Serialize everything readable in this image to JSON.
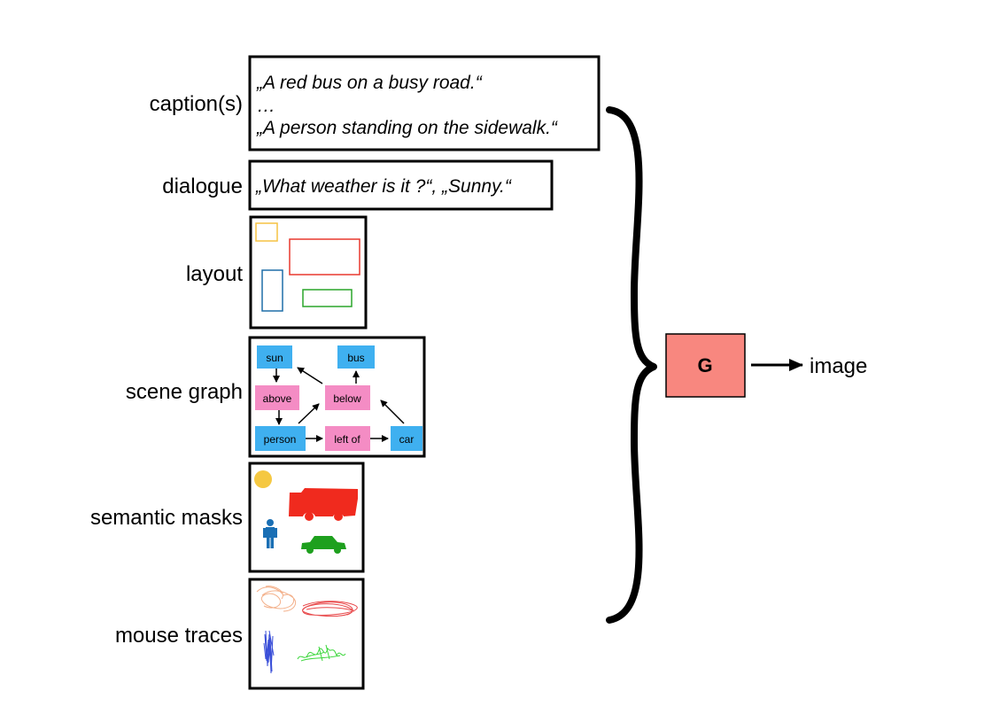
{
  "labels": {
    "captions": "caption(s)",
    "dialogue": "dialogue",
    "layout": "layout",
    "scene_graph": "scene graph",
    "semantic_masks": "semantic masks",
    "mouse_traces": "mouse traces"
  },
  "captions": {
    "line1": "„A red bus on a busy road.“",
    "line2": "…",
    "line3": "„A person standing on the sidewalk.“"
  },
  "dialogue": {
    "text": "„What weather is it ?“, „Sunny.“"
  },
  "scene_graph": {
    "nodes": {
      "sun": "sun",
      "bus": "bus",
      "above": "above",
      "below": "below",
      "person": "person",
      "left_of": "left of",
      "car": "car"
    }
  },
  "generator": {
    "label": "G",
    "output": "image"
  },
  "colors": {
    "object_node": "#3fb0f0",
    "relation_node": "#f48cc4",
    "generator_fill": "#f8877f",
    "layout_yellow": "#f5c242",
    "layout_red": "#e8382e",
    "layout_blue": "#1f6fa8",
    "layout_green": "#2aa52a",
    "mask_sun": "#f5c842",
    "mask_bus": "#f02a1e",
    "mask_person": "#1a6fb4",
    "mask_car": "#1ea01e",
    "trace_orange": "#f3b08a",
    "trace_red": "#e8484a",
    "trace_blue": "#3a4fd8",
    "trace_green": "#3ad63a"
  }
}
